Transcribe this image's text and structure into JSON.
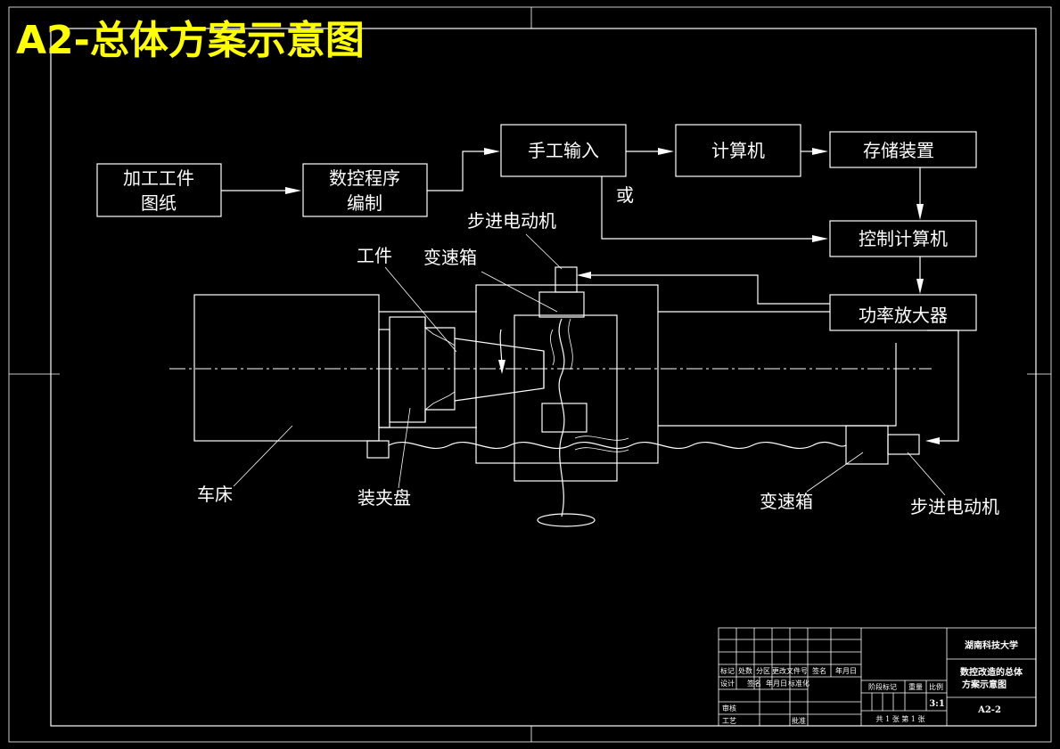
{
  "title": "A2-总体方案示意图",
  "flow": {
    "drawing_paper": [
      "加工工件",
      "图纸"
    ],
    "nc_program": [
      "数控程序",
      "编制"
    ],
    "manual_input": "手工输入",
    "computer": "计算机",
    "storage": "存储装置",
    "or_label": "或",
    "control_computer": "控制计算机",
    "power_amp": "功率放大器"
  },
  "machine": {
    "stepper_top": "步进电动机",
    "workpiece": "工件",
    "gearbox_top": "变速箱",
    "lathe": "车床",
    "chuck": "装夹盘",
    "gearbox_right": "变速箱",
    "stepper_right": "步进电动机"
  },
  "title_block": {
    "school": "湖南科技大学",
    "drawing_name_1": "数控改造的总体",
    "drawing_name_2": "方案示意图",
    "drawing_no": "A2-2",
    "scale": "3:1",
    "sheets": "共 1 张  第 1 张",
    "col_stage": "阶段标记",
    "col_weight": "重量",
    "col_ratio": "比例",
    "row_mark": [
      "标记",
      "处数",
      "分区",
      "更改文件号",
      "签名",
      "年月日"
    ],
    "row_design": [
      "设计",
      "签名",
      "年月日",
      "标准化"
    ],
    "row_review": "审核",
    "row_process": "工艺",
    "row_approve": "批准"
  }
}
